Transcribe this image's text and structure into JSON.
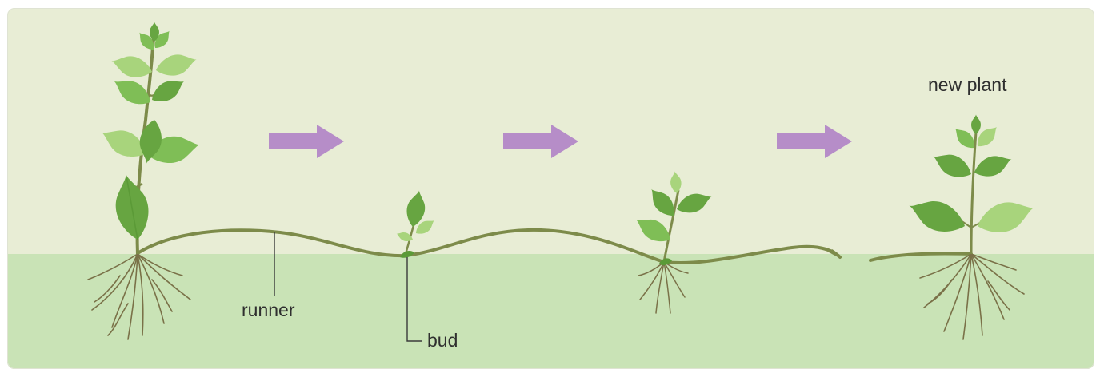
{
  "diagram": {
    "labels": {
      "runner": "runner",
      "bud": "bud",
      "new_plant": "new plant"
    },
    "colors": {
      "sky": "#e8edd5",
      "soil": "#c9e3b6",
      "frame_border": "#dfe3d3",
      "arrow": "#b68dc8",
      "stem": "#7d8b4a",
      "root": "#7a7148",
      "leaf_dark": "#67a541",
      "leaf_mid": "#7fbe56",
      "leaf_light": "#a8d47c",
      "leader_line": "#3a3a3a"
    },
    "stages": [
      {
        "id": "parent-plant",
        "icon": "mint-plant-icon"
      },
      {
        "id": "runner-with-bud",
        "icon": "sprout-icon"
      },
      {
        "id": "rooted-sprout",
        "icon": "sprout-icon"
      },
      {
        "id": "new-plant",
        "icon": "mint-plant-icon"
      }
    ],
    "arrows": [
      {
        "name": "progress-arrow-1",
        "icon": "right-arrow-icon"
      },
      {
        "name": "progress-arrow-2",
        "icon": "right-arrow-icon"
      },
      {
        "name": "progress-arrow-3",
        "icon": "right-arrow-icon"
      }
    ]
  }
}
